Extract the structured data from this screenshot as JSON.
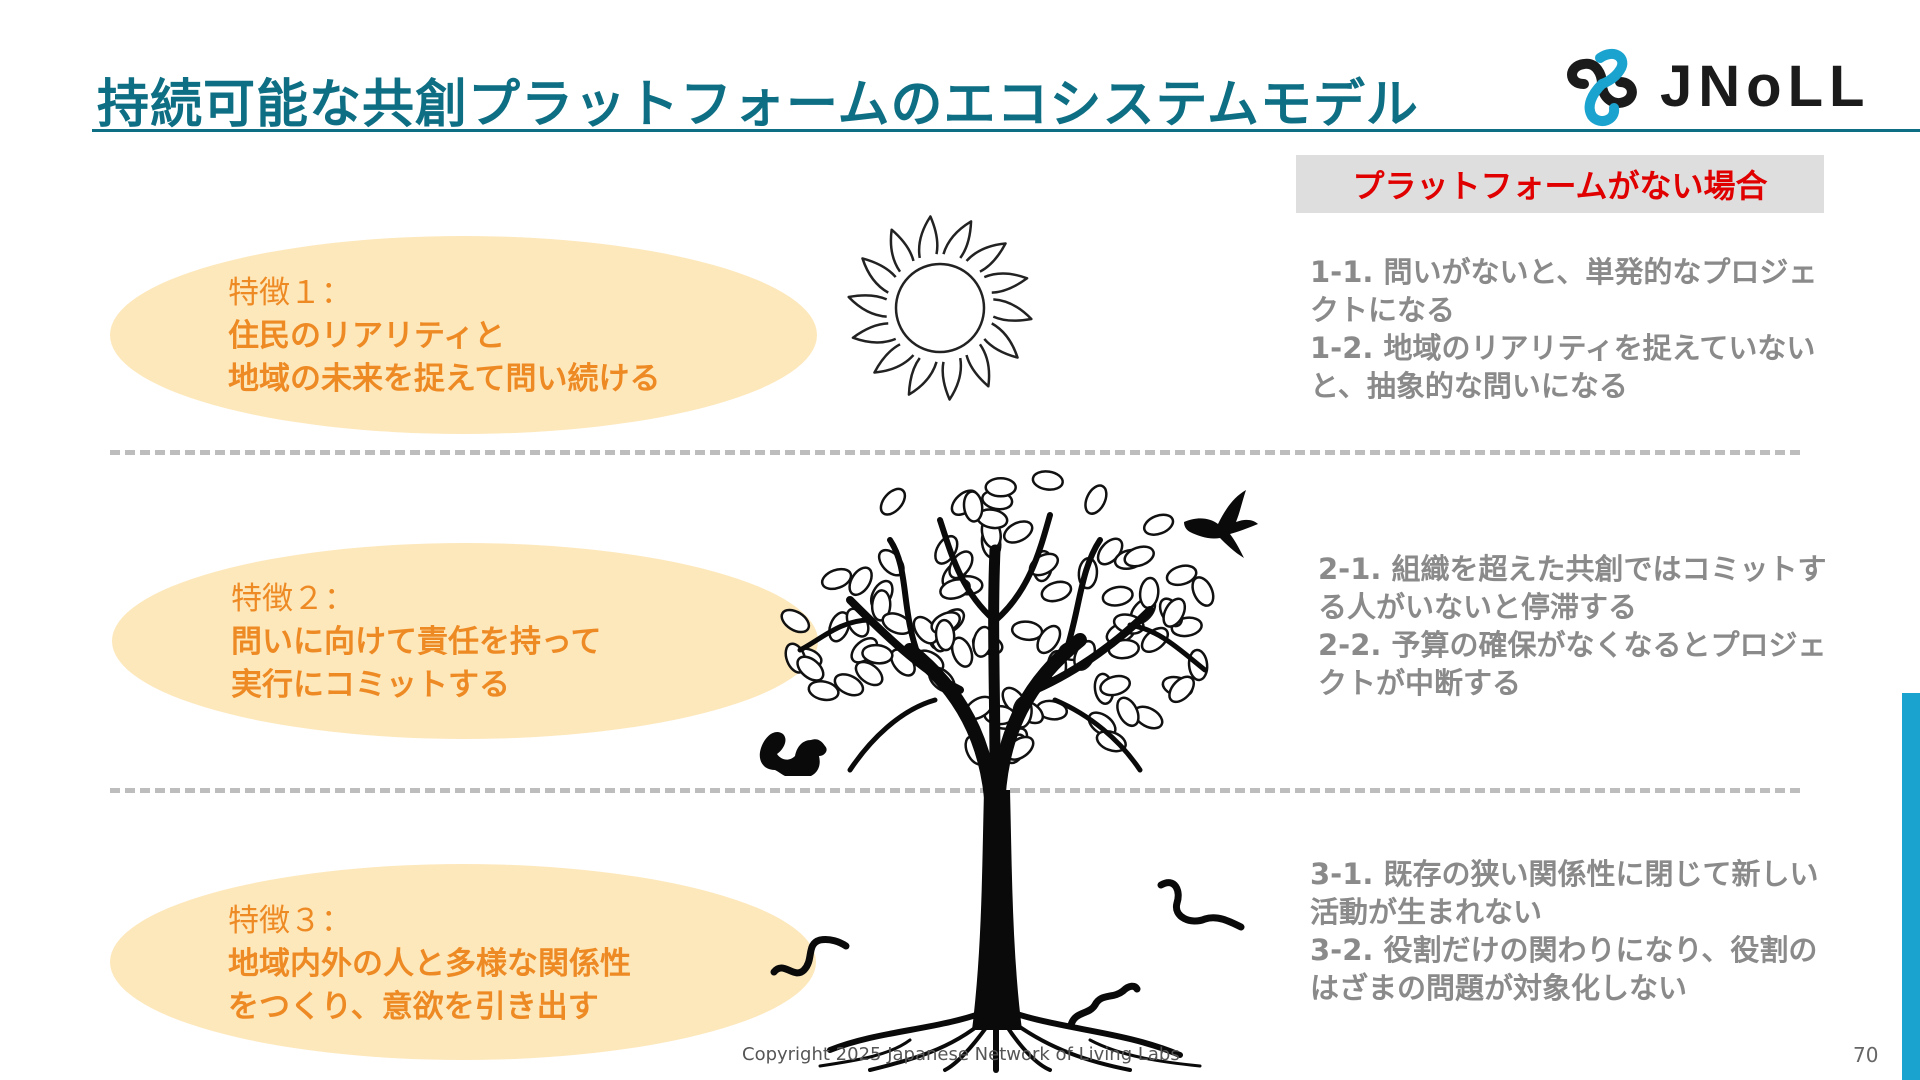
{
  "title": "持続可能な共創プラットフォームのエコシステムモデル",
  "logo": {
    "text": "JNoLL"
  },
  "no_platform_header": "プラットフォームがない場合",
  "features": [
    {
      "label": "特徴１：",
      "lines": [
        "住民のリアリティと",
        "地域の未来を捉えて問い続ける"
      ]
    },
    {
      "label": "特徴２：",
      "lines": [
        "問いに向けて責任を持って",
        "実行にコミットする"
      ]
    },
    {
      "label": "特徴３：",
      "lines": [
        "地域内外の人と多様な関係性",
        "をつくり、意欲を引き出す"
      ]
    }
  ],
  "issues": [
    [
      "1-1.  問いがないと、単発的なプロジェクトになる",
      "1-2.  地域のリアリティを捉えていないと、抽象的な問いになる"
    ],
    [
      "2-1.  組織を超えた共創ではコミットする人がいないと停滞する",
      "2-2.  予算の確保がなくなるとプロジェクトが中断する"
    ],
    [
      "3-1.  既存の狭い関係性に閉じて新しい活動が生まれない",
      "3-2.  役割だけの関わりになり、役割のはざまの問題が対象化しない"
    ]
  ],
  "footer": "Copyright 2025  Japanese Network of Living Labs",
  "page_number": "70",
  "colors": {
    "title": "#0e6f84",
    "feature_text": "#ee8a24",
    "feature_bg": "#fde8bc",
    "warning_red": "#e00000",
    "issue_text": "#8a8a8a",
    "accent_bar": "#1aa3cf"
  }
}
